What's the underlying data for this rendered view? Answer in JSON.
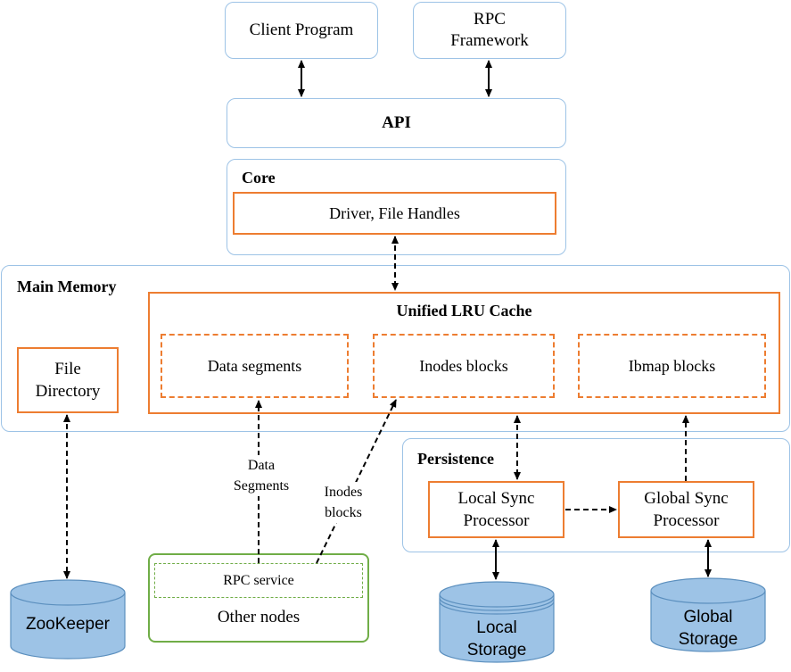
{
  "top": {
    "client_program": "Client Program",
    "rpc_framework": "RPC\nFramework",
    "api": "API"
  },
  "core": {
    "title": "Core",
    "driver": "Driver, File Handles"
  },
  "main_memory": {
    "title": "Main Memory",
    "file_directory": "File\nDirectory",
    "cache_title": "Unified LRU Cache",
    "data_segments": "Data segments",
    "inodes_blocks": "Inodes blocks",
    "ibmap_blocks": "Ibmap blocks"
  },
  "persistence": {
    "title": "Persistence",
    "local_sync": "Local Sync\nProcessor",
    "global_sync": "Global Sync\nProcessor"
  },
  "other_nodes": {
    "title": "Other nodes",
    "rpc_service": "RPC service"
  },
  "edge_labels": {
    "data_segments": "Data\nSegments",
    "inodes_blocks": "Inodes\nblocks"
  },
  "storage": {
    "zookeeper": "ZooKeeper",
    "local_storage": "Local\nStorage",
    "global_storage": "Global\nStorage"
  },
  "colors": {
    "blue_border": "#9dc3e6",
    "orange": "#ed7d31",
    "green": "#70ad47",
    "cylinder_fill": "#9dc3e6",
    "cylinder_edge": "#5b8fbe"
  }
}
